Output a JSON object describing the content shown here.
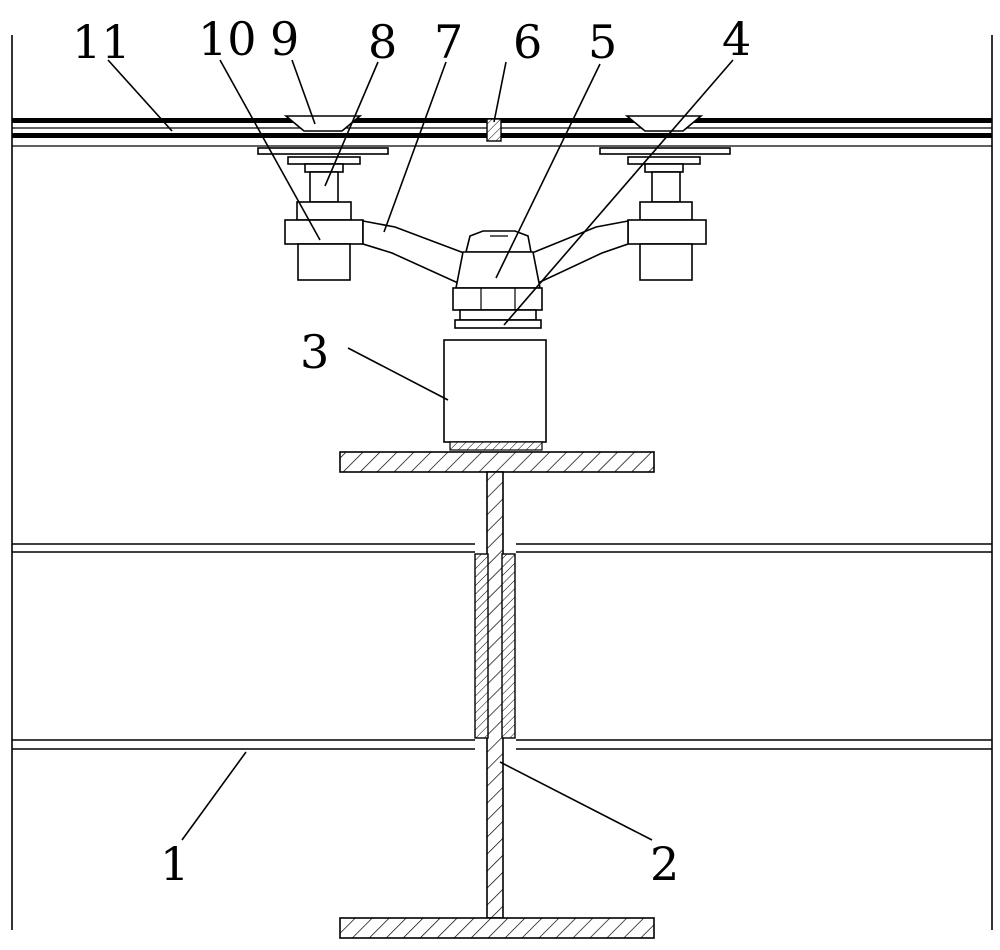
{
  "labels": {
    "l1": "1",
    "l2": "2",
    "l3": "3",
    "l4": "4",
    "l5": "5",
    "l6": "6",
    "l7": "7",
    "l8": "8",
    "l9": "9",
    "l10": "10",
    "l11": "11"
  },
  "colors": {
    "line": "#000000",
    "background": "#ffffff"
  }
}
